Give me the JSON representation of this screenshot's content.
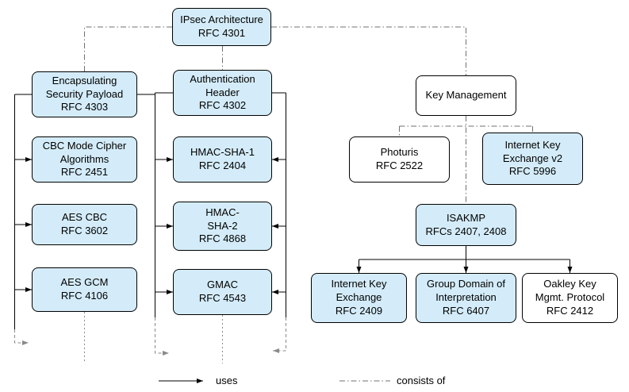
{
  "diagram": {
    "nodes": {
      "ipsec": {
        "text": "IPsec Architecture\nRFC 4301"
      },
      "esp": {
        "text": "Encapsulating\nSecurity Payload\nRFC 4303"
      },
      "ah": {
        "text": "Authentication\nHeader\nRFC 4302"
      },
      "key_mgmt": {
        "text": "Key Management"
      },
      "cbc_cipher": {
        "text": "CBC Mode Cipher\nAlgorithms\nRFC 2451"
      },
      "hmac_sha1": {
        "text": "HMAC-SHA-1\nRFC 2404"
      },
      "photuris": {
        "text": "Photuris\nRFC 2522"
      },
      "ikev2": {
        "text": "Internet Key\nExchange v2\nRFC 5996"
      },
      "aes_cbc": {
        "text": "AES CBC\nRFC 3602"
      },
      "hmac_sha2": {
        "text": "HMAC-\nSHA-2\nRFC 4868"
      },
      "isakmp": {
        "text": "ISAKMP\nRFCs 2407, 2408"
      },
      "aes_gcm": {
        "text": "AES GCM\nRFC 4106"
      },
      "gmac": {
        "text": "GMAC\nRFC 4543"
      },
      "ike": {
        "text": "Internet Key\nExchange\nRFC 2409"
      },
      "gdoi": {
        "text": "Group Domain of\nInterpretation\nRFC 6407"
      },
      "oakley": {
        "text": "Oakley Key\nMgmt. Protocol\nRFC 2412"
      }
    },
    "legend": {
      "uses": "uses",
      "consists_of": "consists of"
    },
    "colors": {
      "node_fill_blue": "#d4ecf9",
      "node_fill_white": "#ffffff",
      "border": "#000000",
      "consists_line": "#707070",
      "continuation_line": "#8a8a8a"
    }
  }
}
